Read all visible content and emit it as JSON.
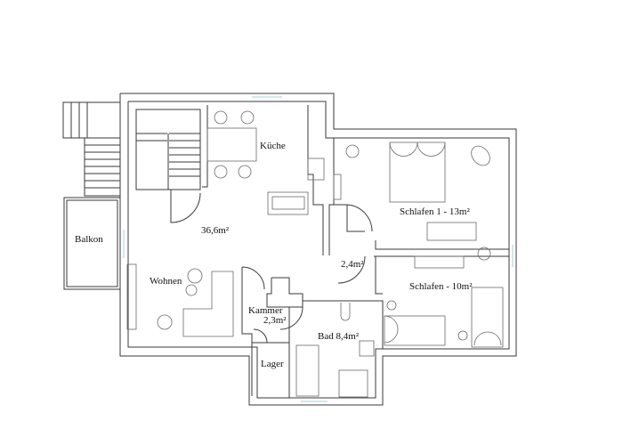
{
  "floorplan": {
    "rooms": [
      {
        "id": "kueche",
        "label": "Küche"
      },
      {
        "id": "wohnen-area",
        "label": "36,6m²"
      },
      {
        "id": "wohnen",
        "label": "Wohnen"
      },
      {
        "id": "balkon",
        "label": "Balkon"
      },
      {
        "id": "schlafen1",
        "label": "Schlafen 1 - 13m²"
      },
      {
        "id": "flur",
        "label": "2,4m²"
      },
      {
        "id": "schlafen2",
        "label": "Schlafen - 10m²"
      },
      {
        "id": "kammer",
        "label": "Kammer"
      },
      {
        "id": "kammer-area",
        "label": "2,3m²"
      },
      {
        "id": "bad",
        "label": "Bad 8,4m²"
      },
      {
        "id": "lager",
        "label": "Lager"
      }
    ],
    "colors": {
      "wall": "#3a3a3a",
      "furniture": "#6a6a6a",
      "window": "#a8d0d8"
    }
  }
}
